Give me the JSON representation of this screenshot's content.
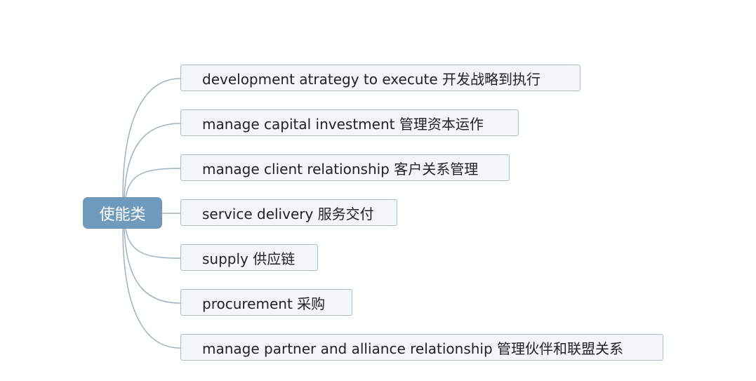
{
  "root": {
    "label": "使能类"
  },
  "branches": [
    {
      "label": "development atrategy to execute 开发战略到执行"
    },
    {
      "label": "manage capital investment 管理资本运作"
    },
    {
      "label": "manage client relationship 客户关系管理"
    },
    {
      "label": "service delivery 服务交付"
    },
    {
      "label": "supply 供应链"
    },
    {
      "label": "procurement 采购"
    },
    {
      "label": "manage partner and alliance relationship 管理伙伴和联盟关系"
    }
  ],
  "colors": {
    "root": "#6f9abb",
    "node_fill": "#f3f6f9",
    "node_border": "#aabdcc",
    "link": "#9ab3c4"
  }
}
